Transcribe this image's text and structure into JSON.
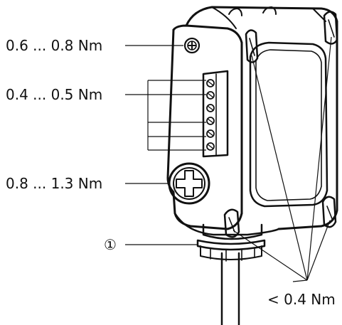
{
  "labels": {
    "top_screw": "0.6 ... 0.8 Nm",
    "terminal_screws": "0.4 ... 0.5 Nm",
    "cover_plug": "0.8 ... 1.3 Nm",
    "cable_gland": "①",
    "housing_screws": "< 0.4 Nm"
  },
  "icons": {
    "screw": "screw-head",
    "plug": "cross-slot-plug"
  }
}
